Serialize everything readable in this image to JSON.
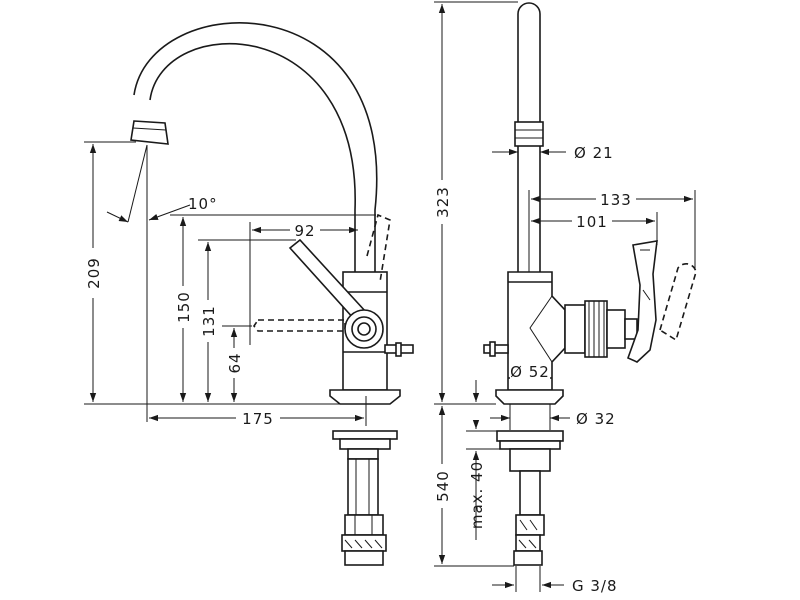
{
  "dimensions": {
    "front": {
      "height_209": "209",
      "angle_10": "10°",
      "reach_92": "92",
      "height_150": "150",
      "height_131": "131",
      "height_64": "64",
      "width_175": "175"
    },
    "side": {
      "height_323": "323",
      "dia_21": "Ø 21",
      "depth_133": "133",
      "depth_101": "101",
      "dia_52": "Ø 52",
      "dia_32": "Ø 32",
      "length_540": "540",
      "max_40": "max. 40",
      "thread_g38": "G 3/8"
    }
  },
  "colors": {
    "line": "#1a1a1a",
    "background": "#ffffff"
  }
}
